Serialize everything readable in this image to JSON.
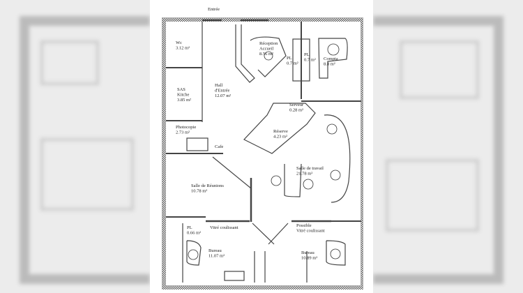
{
  "plan": {
    "entrance": "Entrée",
    "rooms": [
      {
        "id": "wc",
        "lines": [
          "Wc",
          "3.12 m²"
        ]
      },
      {
        "id": "reception",
        "lines": [
          "Réception",
          "Accueil",
          "8.56 m²"
        ]
      },
      {
        "id": "pl1",
        "lines": [
          "PL",
          "0.7 m²"
        ]
      },
      {
        "id": "pl2",
        "lines": [
          "PL",
          "0.7 m²"
        ]
      },
      {
        "id": "compta",
        "lines": [
          "Compta",
          "8.8 m²"
        ]
      },
      {
        "id": "sas",
        "lines": [
          "SAS",
          "Kitche",
          "3.85 m²"
        ]
      },
      {
        "id": "hall",
        "lines": [
          "Hall",
          "d'Entrée",
          "12.07 m²"
        ]
      },
      {
        "id": "serveur",
        "lines": [
          "Serveur",
          "0.28 m²"
        ]
      },
      {
        "id": "reserve",
        "lines": [
          "Réserve",
          "4.23 m²"
        ]
      },
      {
        "id": "photocopie",
        "lines": [
          "Photocopie",
          "2.73 m²"
        ]
      },
      {
        "id": "cafe",
        "lines": [
          "Cafe"
        ]
      },
      {
        "id": "salle-travail",
        "lines": [
          "Salle de travail",
          "21.78 m²"
        ]
      },
      {
        "id": "salle-reunions",
        "lines": [
          "Salle de Réunions",
          "10.78 m²"
        ]
      },
      {
        "id": "pl3",
        "lines": [
          "PL",
          "0.66 m²"
        ]
      },
      {
        "id": "vitre1",
        "lines": [
          "Vitré coulissant"
        ]
      },
      {
        "id": "vitre2",
        "lines": [
          "Possible",
          "Vitré coulissant"
        ]
      },
      {
        "id": "bureau1",
        "lines": [
          "Bureau",
          "11.07 m²"
        ]
      },
      {
        "id": "bureau2",
        "lines": [
          "Bureau",
          "10.89 m²"
        ]
      }
    ]
  },
  "colors": {
    "wall": "#444444",
    "background": "#ececec",
    "paper": "#ffffff"
  }
}
